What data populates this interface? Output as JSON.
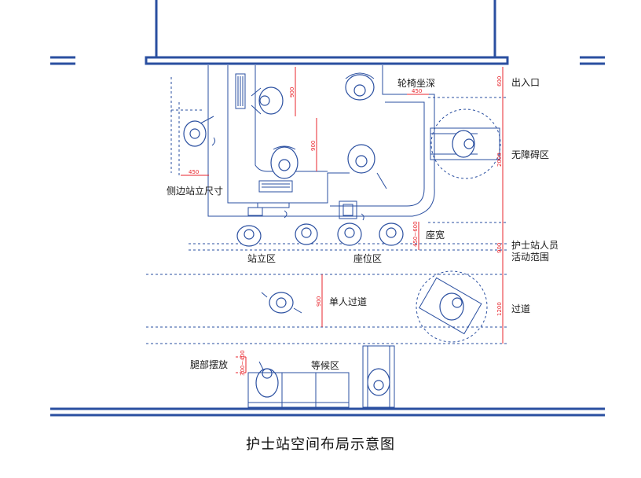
{
  "title": "护士站空间布局示意图",
  "labels": {
    "entrance": "出入口",
    "accessible_zone": "无障碍区",
    "staff_zone_line1": "护士站人员",
    "staff_zone_line2": "活动范围",
    "corridor": "过道",
    "wheelchair_depth": "轮椅坐深",
    "side_standing": "侧边站立尺寸",
    "seat_width": "座宽",
    "standing_zone": "站立区",
    "seating_zone": "座位区",
    "single_passage": "单人过道",
    "leg_room": "腿部摆放",
    "waiting_zone": "等候区"
  },
  "dimensions": {
    "d_600": "600",
    "d_2000": "2000",
    "d_900_staff": "900",
    "d_1200": "1200",
    "d_450_wheelchair": "450",
    "d_450_side": "450",
    "d_900_a": "900",
    "d_900_b": "900",
    "d_450_600": "450~600",
    "d_900_passage": "900",
    "d_300_400": "300~400"
  },
  "colors": {
    "line": "#2a4fa0",
    "dimension": "#e8262d",
    "text": "#1a1a1a"
  }
}
